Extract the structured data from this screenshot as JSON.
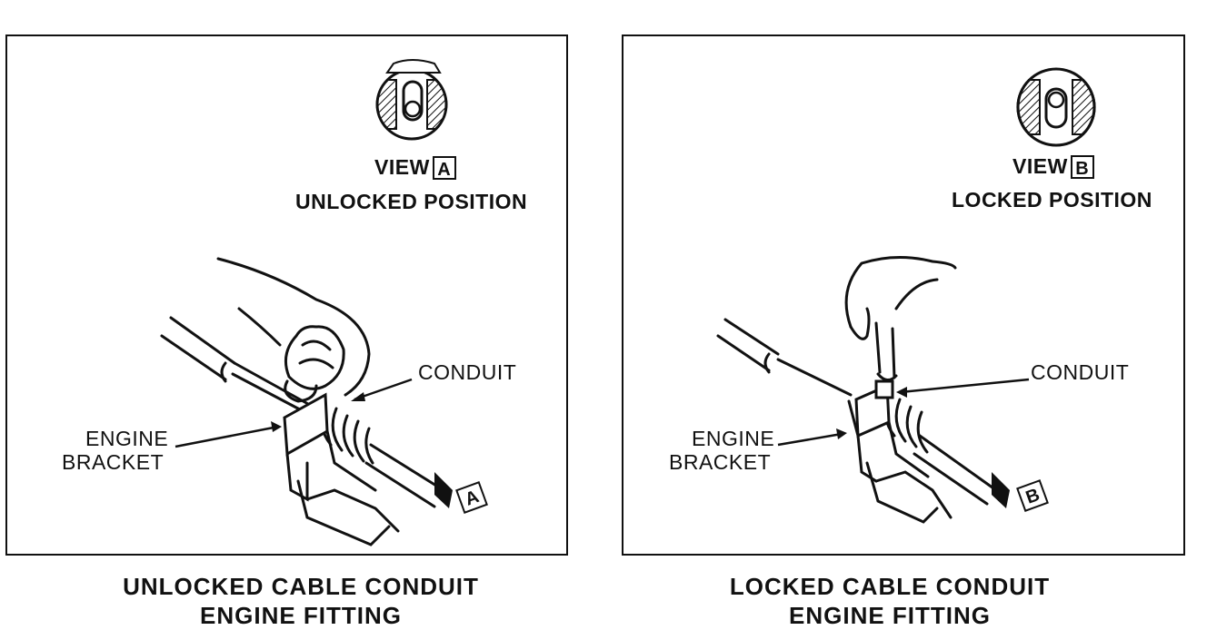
{
  "left_panel": {
    "view_prefix": "VIEW",
    "view_letter": "A",
    "position": "UNLOCKED POSITION",
    "conduit_label": "CONDUIT",
    "bracket_line1": "ENGINE",
    "bracket_line2": "BRACKET",
    "arrow_tag": "A",
    "caption_line1": "UNLOCKED CABLE CONDUIT",
    "caption_line2": "ENGINE FITTING"
  },
  "right_panel": {
    "view_prefix": "VIEW",
    "view_letter": "B",
    "position": "LOCKED POSITION",
    "conduit_label": "CONDUIT",
    "bracket_line1": "ENGINE",
    "bracket_line2": "BRACKET",
    "arrow_tag": "B",
    "caption_line1": "LOCKED CABLE CONDUIT",
    "caption_line2": "ENGINE FITTING"
  }
}
